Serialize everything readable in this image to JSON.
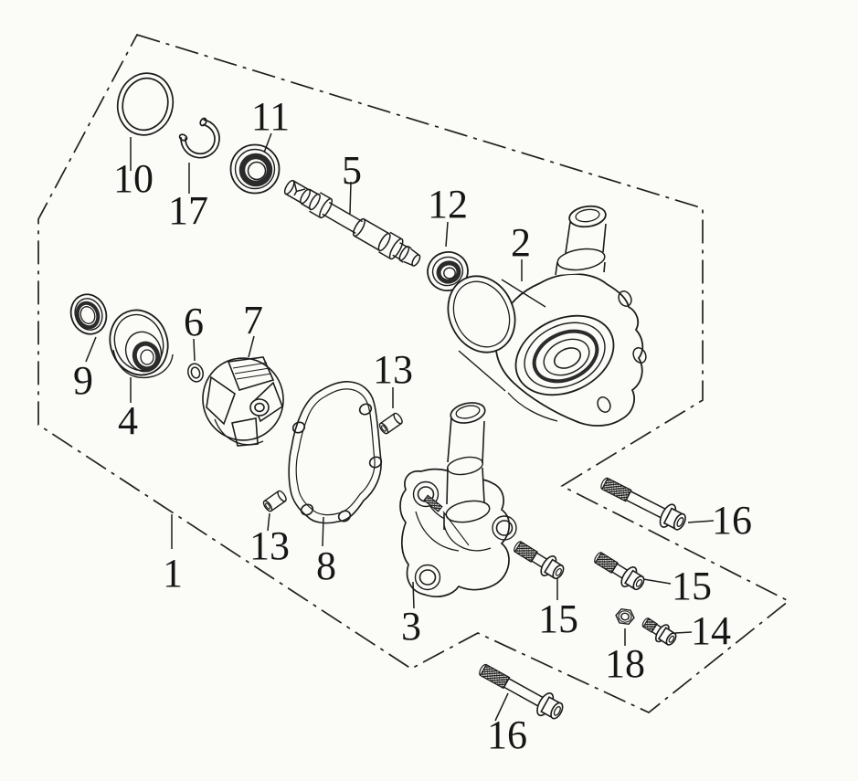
{
  "diagram": {
    "kind": "exploded-parts-diagram",
    "colors": {
      "ink": "#1c1c1c",
      "paper": "#fbfbf8"
    },
    "callouts": {
      "c1": "1",
      "c2": "2",
      "c3": "3",
      "c4": "4",
      "c5": "5",
      "c6": "6",
      "c7": "7",
      "c8": "8",
      "c9": "9",
      "c10": "10",
      "c11": "11",
      "c12": "12",
      "c13a": "13",
      "c13b": "13",
      "c14": "14",
      "c15a": "15",
      "c15b": "15",
      "c16a": "16",
      "c16b": "16",
      "c17": "17",
      "c18": "18"
    }
  }
}
